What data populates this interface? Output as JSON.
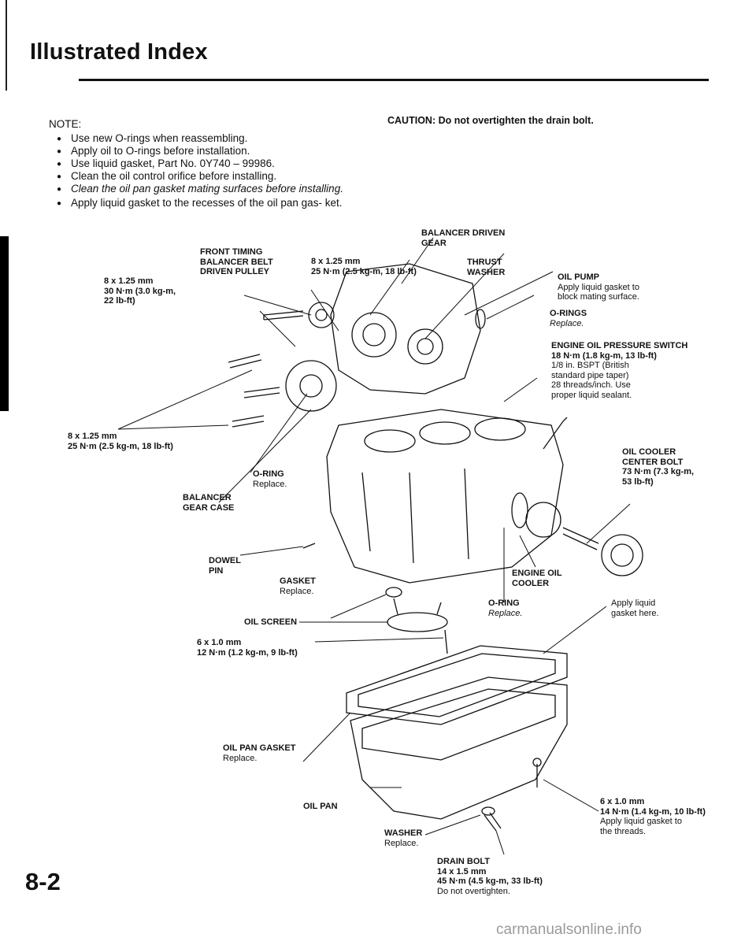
{
  "page": {
    "title": "Illustrated Index",
    "page_number": "8-2",
    "watermark": "carmanualsonline.info"
  },
  "notes": {
    "heading": "NOTE:",
    "items": [
      "Use new O-rings when reassembling.",
      "Apply oil to O-rings before installation.",
      "Use liquid gasket, Part No. 0Y740 – 99986.",
      "Clean the oil control orifice before installing.",
      "Clean the oil pan gasket mating surfaces before installing.",
      "Apply liquid gasket to the recesses of the oil pan gas- ket."
    ]
  },
  "caution": "CAUTION: Do not overtighten the drain bolt.",
  "labels": {
    "balancer_driven_gear": [
      "BALANCER DRIVEN",
      "GEAR"
    ],
    "front_timing": [
      "FRONT TIMING",
      "BALANCER BELT",
      "DRIVEN PULLEY"
    ],
    "bolt_25nm_top": [
      "8 x 1.25 mm",
      "25 N·m (2.5 kg-m, 18 lb-ft)"
    ],
    "thrust_washer": [
      "THRUST",
      "WASHER"
    ],
    "oil_pump": {
      "title": "OIL PUMP",
      "note": [
        "Apply liquid gasket to",
        "block mating surface."
      ]
    },
    "bolt_30nm": [
      "8 x 1.25 mm",
      "30 N·m (3.0 kg-m,",
      "22 lb-ft)"
    ],
    "o_rings": {
      "title": "O-RINGS",
      "note": "Replace."
    },
    "pressure_switch": {
      "title": "ENGINE OIL PRESSURE SWITCH",
      "torque": "18 N·m (1.8 kg-m, 13 lb-ft)",
      "note": [
        "1/8 in. BSPT (British",
        "standard pipe taper)",
        "28 threads/inch. Use",
        "proper liquid sealant."
      ]
    },
    "bolt_25nm_left": [
      "8 x 1.25 mm",
      "25 N·m (2.5 kg-m, 18 lb-ft)"
    ],
    "oil_cooler_bolt": [
      "OIL COOLER",
      "CENTER BOLT",
      "73 N·m (7.3 kg-m,",
      "53 lb-ft)"
    ],
    "o_ring_case": {
      "title": "O-RING",
      "note": "Replace."
    },
    "balancer_gear_case": [
      "BALANCER",
      "GEAR CASE"
    ],
    "dowel_pin": [
      "DOWEL",
      "PIN"
    ],
    "engine_oil_cooler": [
      "ENGINE OIL",
      "COOLER"
    ],
    "gasket": {
      "title": "GASKET",
      "note": "Replace."
    },
    "o_ring_cooler": {
      "title": "O-RING",
      "note": "Replace."
    },
    "oil_screen": "OIL SCREEN",
    "apply_liquid": [
      "Apply liquid",
      "gasket here."
    ],
    "bolt_12nm": [
      "6 x 1.0 mm",
      "12 N·m (1.2 kg-m, 9 lb-ft)"
    ],
    "oil_pan_gasket": {
      "title": "OIL PAN GASKET",
      "note": "Replace."
    },
    "oil_pan": "OIL PAN",
    "bolt_14nm": {
      "size": "6 x 1.0 mm",
      "torque": "14 N·m (1.4 kg-m, 10 lb-ft)",
      "note": [
        "Apply liquid gasket to",
        "the threads."
      ]
    },
    "washer": {
      "title": "WASHER",
      "note": "Replace."
    },
    "drain_bolt": {
      "title": "DRAIN BOLT",
      "size": "14 x 1.5 mm",
      "torque": "45 N·m (4.5 kg-m, 33 lb-ft)",
      "note": "Do not overtighten."
    }
  }
}
